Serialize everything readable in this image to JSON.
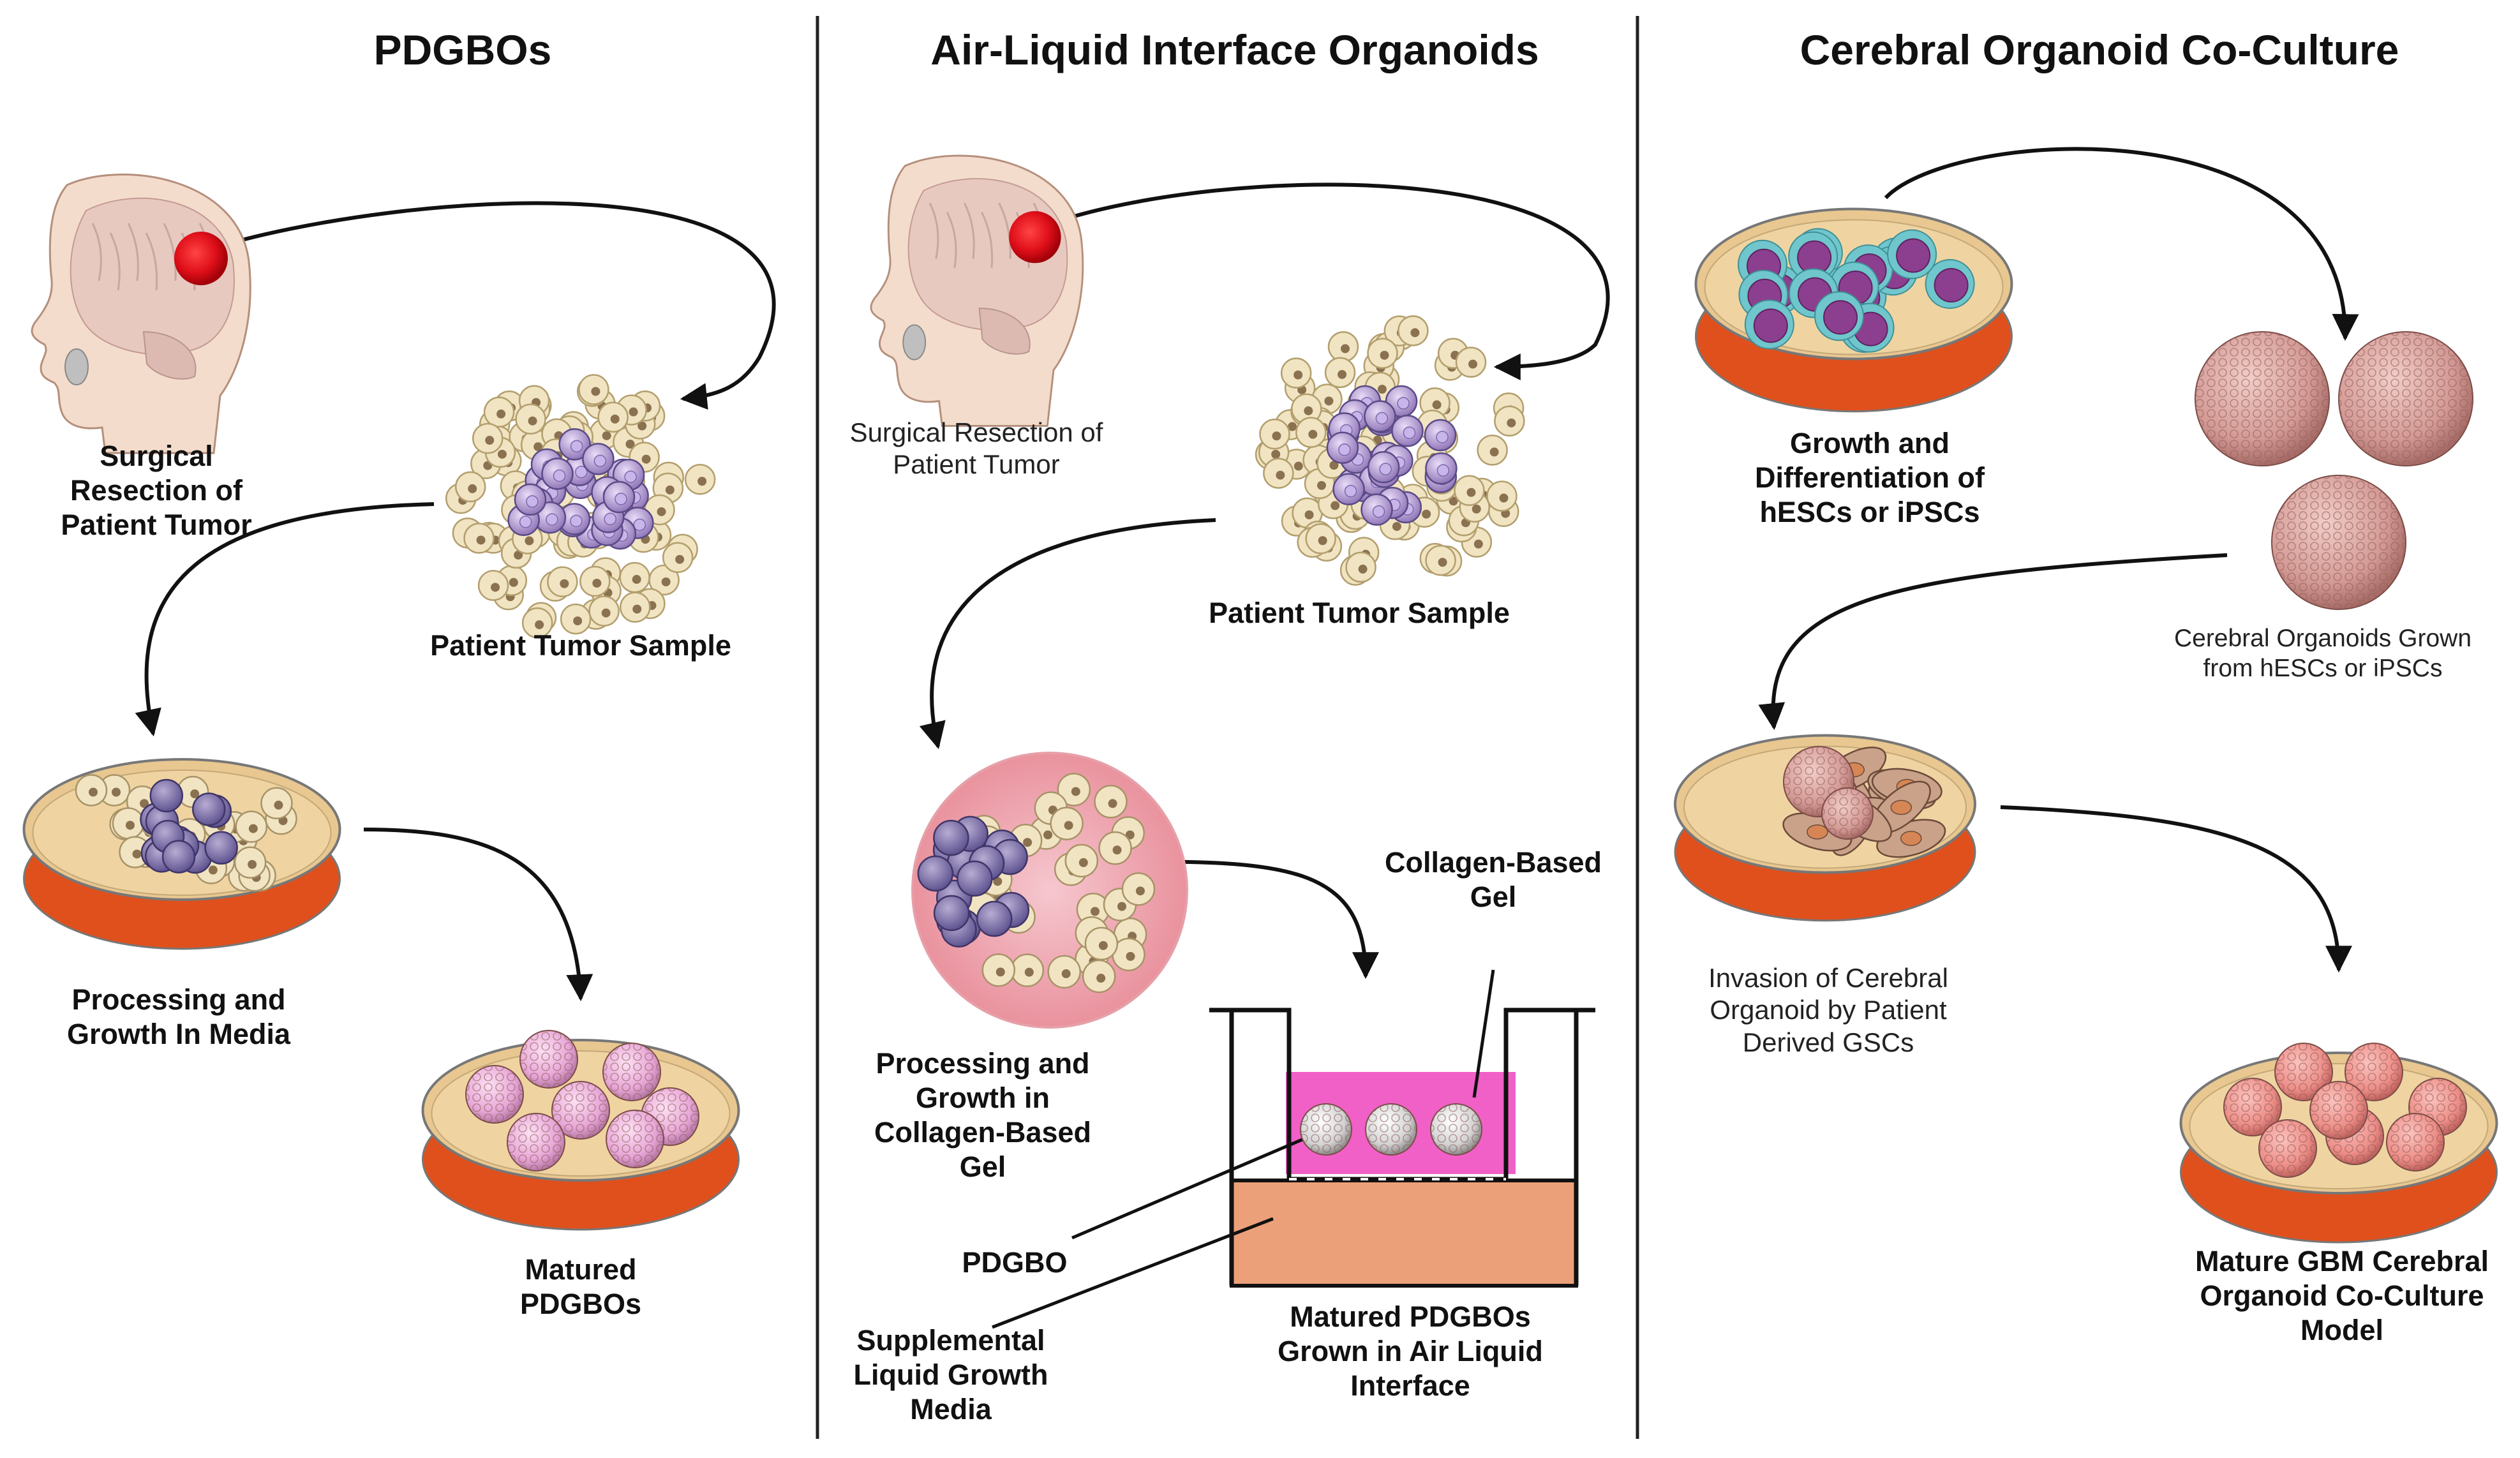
{
  "panels": [
    {
      "title": "PDGBOs",
      "labels": {
        "resection": "Surgical Resection of Patient Tumor",
        "sample": "Patient Tumor Sample",
        "processing": "Processing and Growth In Media",
        "matured": "Matured PDGBOs"
      }
    },
    {
      "title": "Air-Liquid Interface Organoids",
      "labels": {
        "resection": "Surgical Resection of Patient Tumor",
        "sample": "Patient Tumor Sample",
        "processing": "Processing and Growth in Collagen-Based Gel",
        "gel": "Collagen-Based Gel",
        "pdgbo": "PDGBO",
        "supplemental": "Supplemental Liquid Growth Media",
        "matured": "Matured PDGBOs Grown in Air Liquid Interface"
      }
    },
    {
      "title": "Cerebral Organoid Co-Culture",
      "labels": {
        "growth": "Growth and Differentiation of hESCs or iPSCs",
        "organoids": "Cerebral Organoids Grown from hESCs or iPSCs",
        "invasion": "Invasion of Cerebral Organoid by Patient Derived GSCs",
        "mature": "Mature GBM Cerebral Organoid Co-Culture Model"
      }
    }
  ],
  "colors": {
    "tumor_red": "#e0101a",
    "tumor_cell_purple": "#a487c9",
    "healthy_cell_cream": "#f1e4c2",
    "media_orange": "#e0501c",
    "gel_pink": "#ef5fc4",
    "liquid_salmon": "#ecaa82",
    "organoid_pink": "#d49a95",
    "hesc_magenta": "#8c3f8e",
    "hesc_cyan": "#6fc6cc"
  },
  "icons": [
    "head-icon",
    "tumor-sample-icon",
    "petri-dish-icon",
    "organoid-icon",
    "transwell-insert-icon"
  ]
}
